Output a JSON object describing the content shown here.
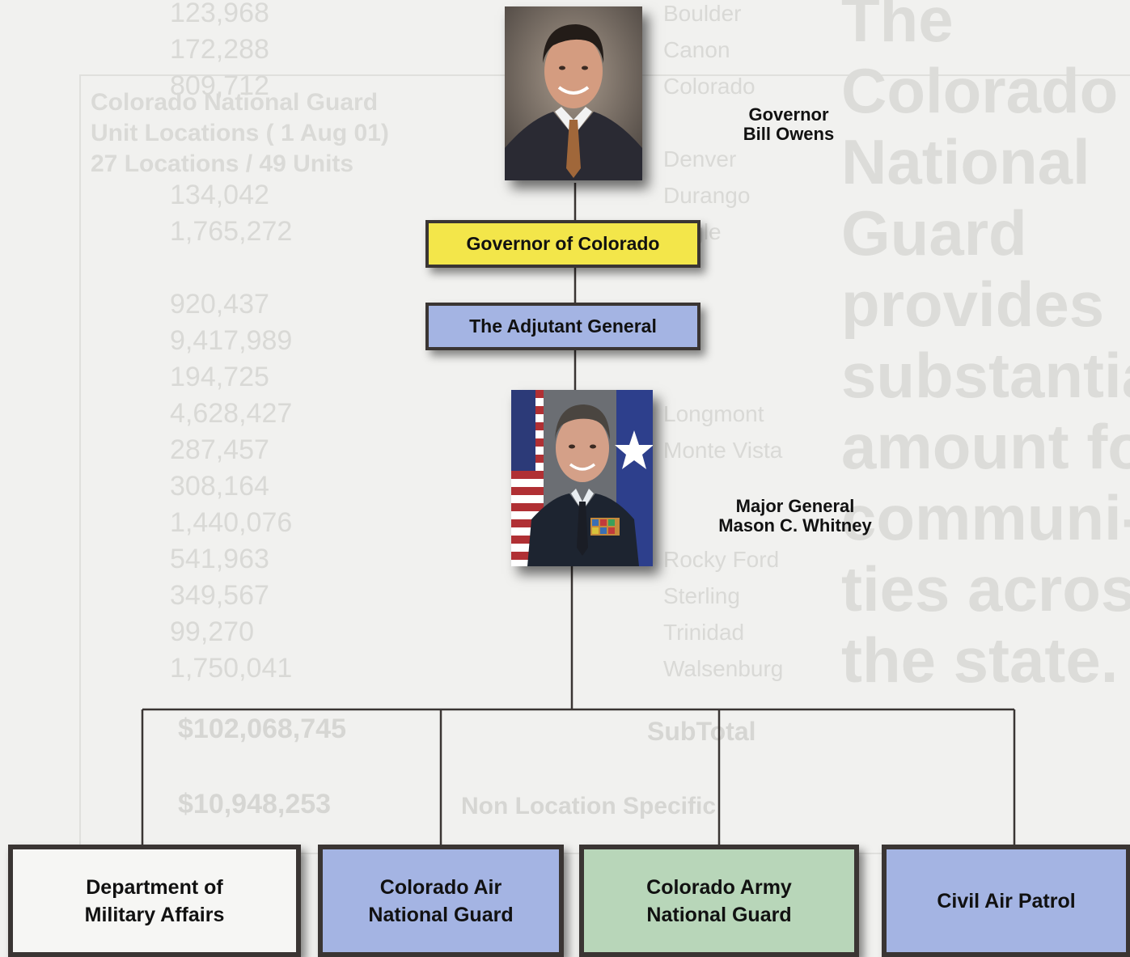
{
  "background_ghost": {
    "amounts": [
      "123,968",
      "172,288",
      "809,712",
      "",
      "",
      "134,042",
      "1,765,272",
      "",
      "920,437",
      "9,417,989",
      "194,725",
      "4,628,427",
      "287,457",
      "308,164",
      "1,440,076",
      "541,963",
      "349,567",
      "99,270",
      "1,750,041"
    ],
    "cities": [
      "Boulder",
      "Canon",
      "Colorado",
      "",
      "Denver",
      "Durango",
      "Eagle",
      "",
      "",
      "",
      "",
      "Longmont",
      "Monte Vista",
      "",
      "",
      "Rocky Ford",
      "Sterling",
      "Trinidad",
      "Walsenburg"
    ],
    "headline": [
      "The",
      "Colorado",
      "National",
      "Guard",
      "provides",
      "substantial",
      "amount for",
      "communi-",
      "ties across",
      "the state."
    ],
    "map_title": [
      "Colorado National Guard",
      "Unit Locations ( 1 Aug 01)",
      "27 Locations / 49 Units"
    ],
    "subtotal_label": "SubTotal",
    "subtotal_value": "$102,068,745",
    "nonlocation_label": "Non Location Specific",
    "nonlocation_value": "$10,948,253"
  },
  "governor": {
    "caption_line1": "Governor",
    "caption_line2": "Bill Owens"
  },
  "general": {
    "caption_line1": "Major General",
    "caption_line2": "Mason C. Whitney"
  },
  "boxes": {
    "governor_office": "Governor of Colorado",
    "adjutant": "The Adjutant General",
    "dma_line1": "Department of",
    "dma_line2": "Military Affairs",
    "cang_line1": "Colorado Air",
    "cang_line2": "National Guard",
    "carng_line1": "Colorado Army",
    "carng_line2": "National Guard",
    "cap": "Civil Air Patrol"
  },
  "colors": {
    "governor_box": "#f3e64a",
    "blue_box": "#a4b4e3",
    "green_box": "#b8d6b9",
    "white_box": "#f6f6f4",
    "connector": "#3a3533"
  }
}
